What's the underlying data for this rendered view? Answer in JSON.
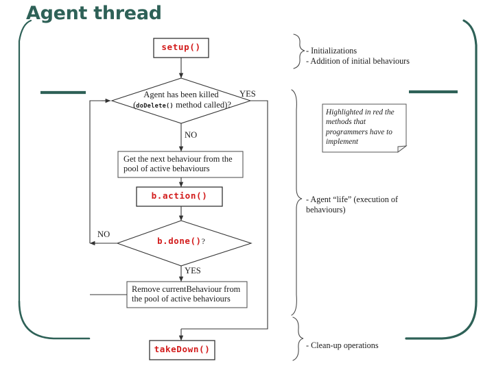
{
  "slide": {
    "title": "Agent thread",
    "title_color": "#2e6157",
    "frame_color": "#2e6157",
    "background": "#ffffff"
  },
  "flowchart": {
    "nodes": [
      {
        "id": "setup",
        "type": "process",
        "label": "setup()",
        "style": "mono-red"
      },
      {
        "id": "killed",
        "type": "decision",
        "label_line1": "Agent has been killed",
        "label_mono": "doDelete()",
        "label_line2_pre": "(",
        "label_line2_post": " method called)?",
        "style": "serif"
      },
      {
        "id": "get-next",
        "type": "process",
        "label": "Get the next behaviour from the pool of active behaviours",
        "style": "serif"
      },
      {
        "id": "action",
        "type": "process",
        "label": "b.action()",
        "style": "mono-red"
      },
      {
        "id": "done",
        "type": "decision",
        "label_mono": "b.done()",
        "label_suffix": "?",
        "style": "mono-red"
      },
      {
        "id": "remove-current",
        "type": "process",
        "label": "Remove currentBehaviour from the pool of active behaviours",
        "style": "serif"
      },
      {
        "id": "takedown",
        "type": "process",
        "label": "takeDown()",
        "style": "mono-red"
      }
    ],
    "edge_labels": {
      "killed_yes": "YES",
      "killed_no": "NO",
      "done_no": "NO",
      "done_yes": "YES"
    }
  },
  "annotations": {
    "brace_setup": "- Initializations\n- Addition of initial behaviours",
    "brace_setup_line1": "- Initializations",
    "brace_setup_line2": "- Addition of initial behaviours",
    "brace_life_line1": "- Agent “life” (execution of",
    "brace_life_line2": "behaviours)",
    "brace_cleanup": "- Clean-up operations",
    "sticky_note": "Highlighted in red the methods that programmers have to implement"
  }
}
